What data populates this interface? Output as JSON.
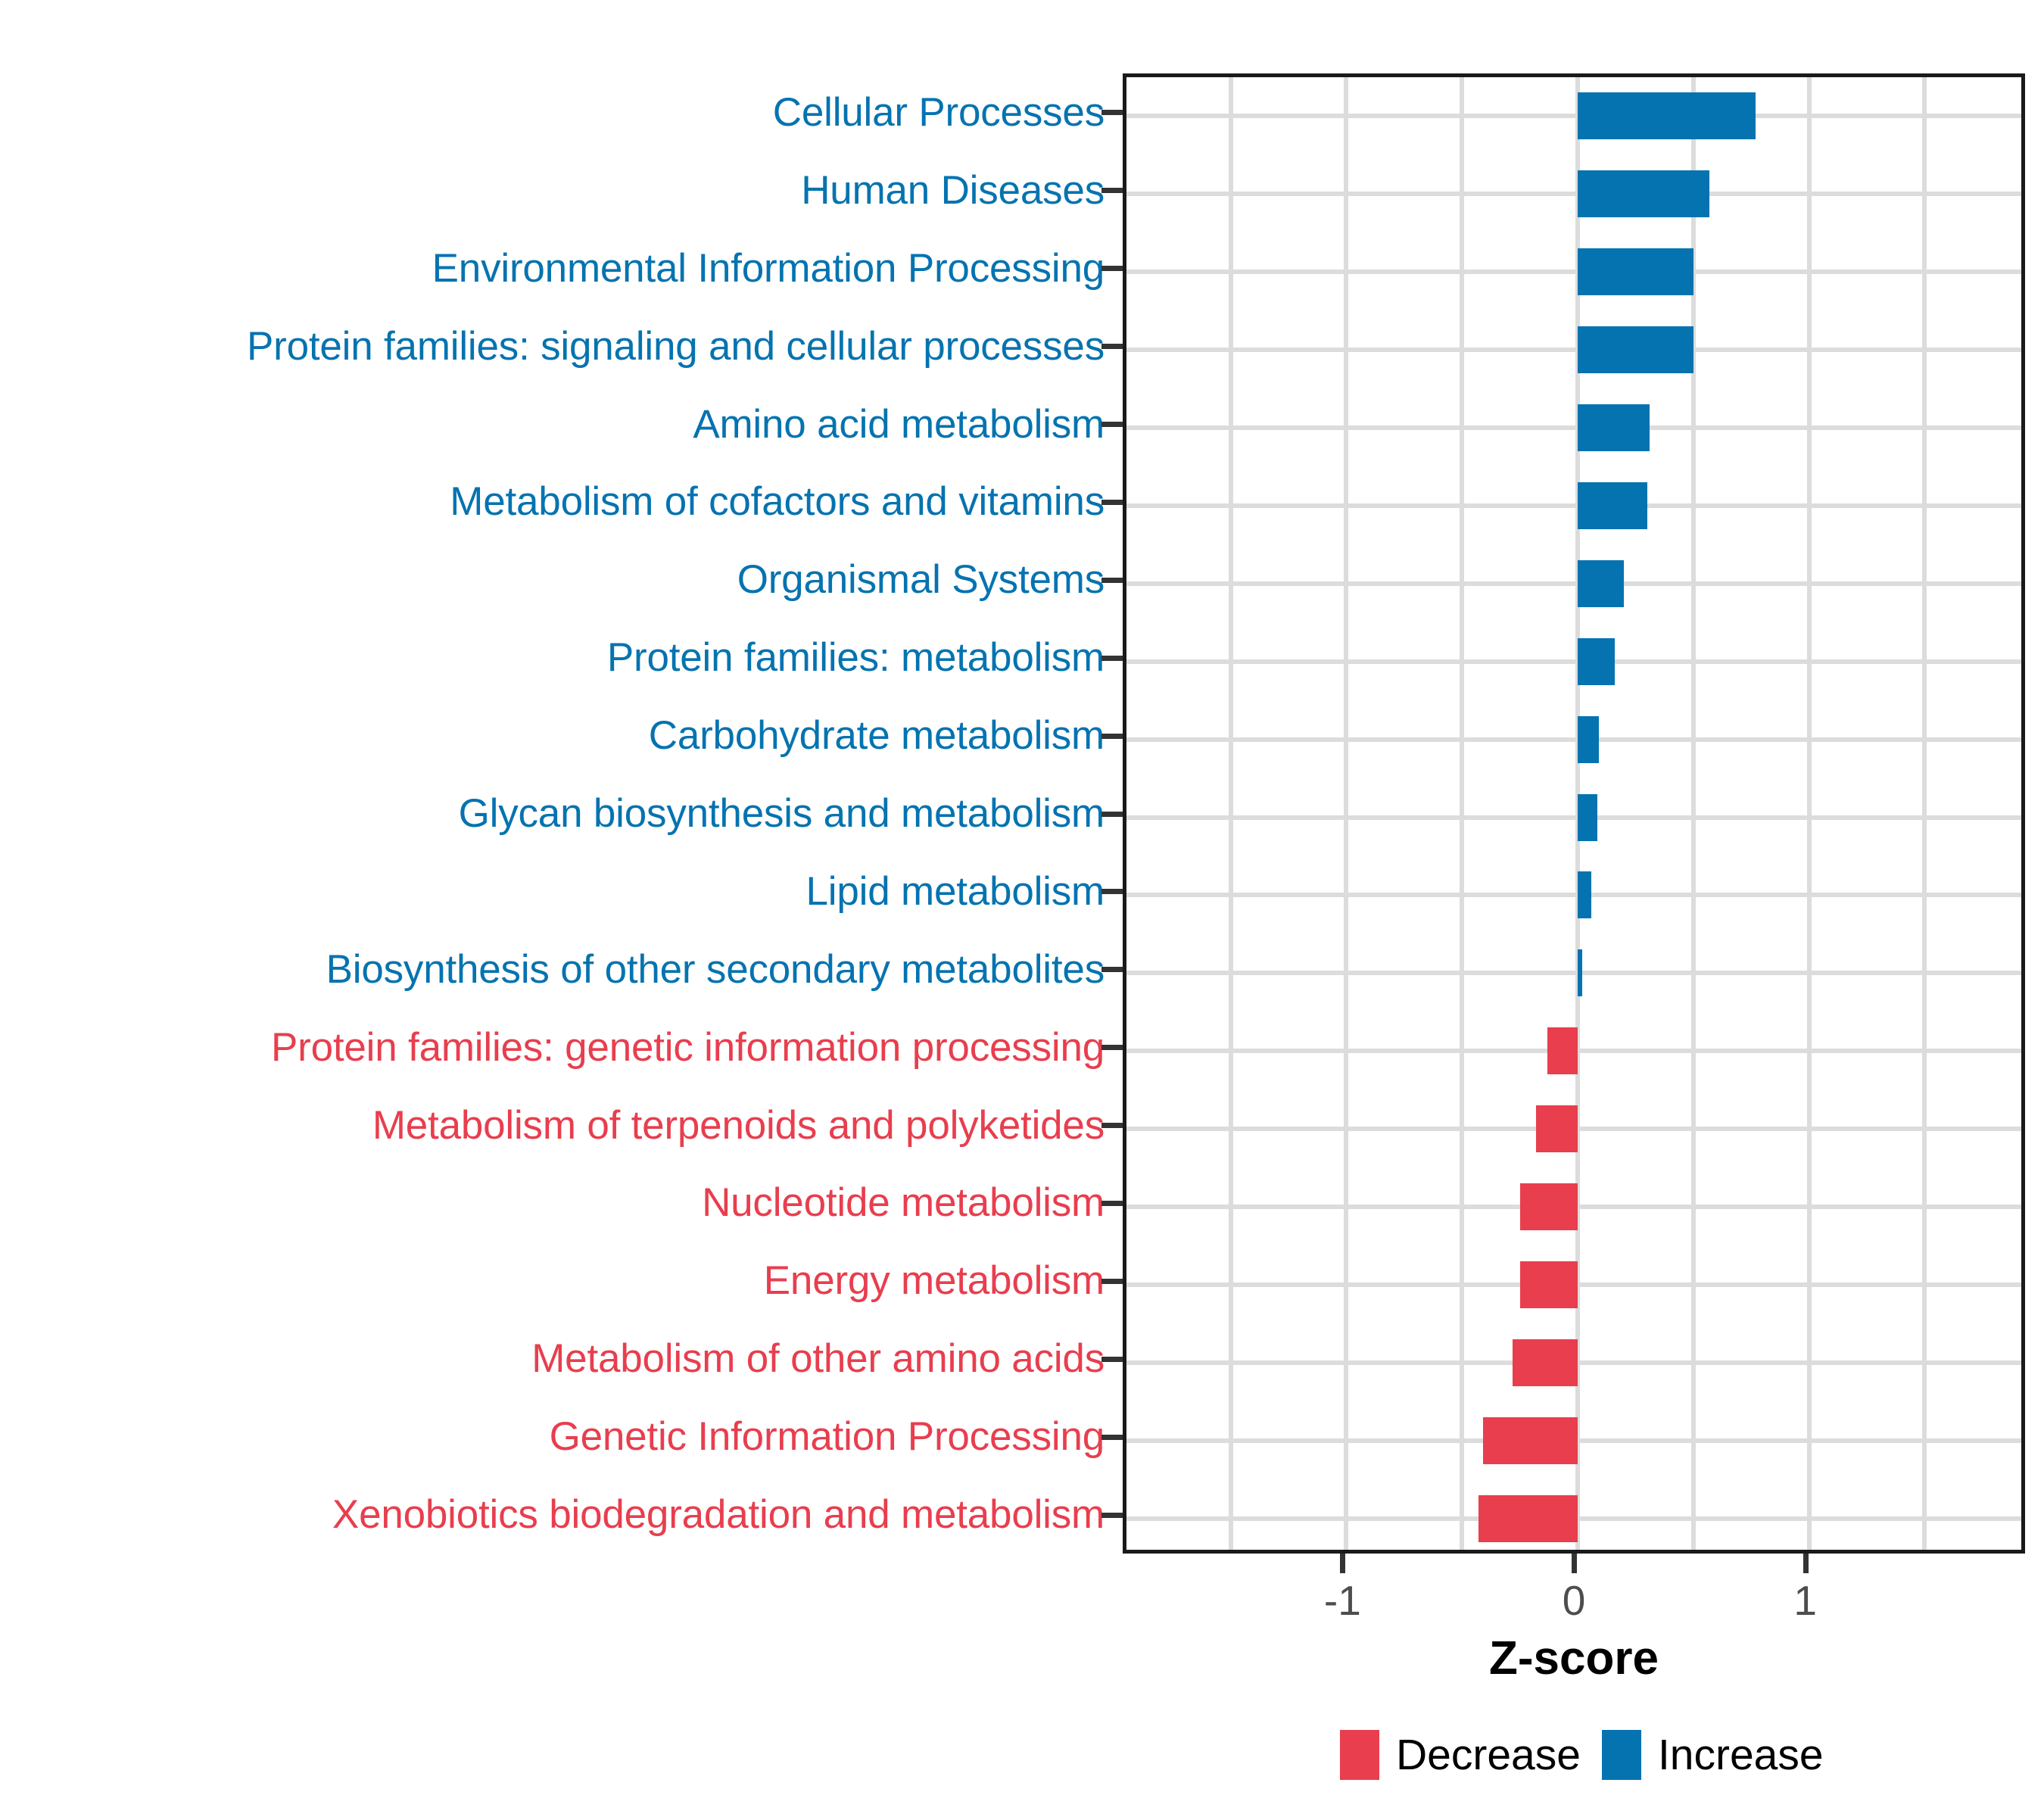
{
  "chart_data": {
    "type": "bar",
    "orientation": "horizontal",
    "title": "",
    "xlabel": "Z-score",
    "ylabel": "",
    "xlim": [
      -1.95,
      1.95
    ],
    "xticks": [
      -1,
      0,
      1
    ],
    "xticklabels": [
      "-1",
      "0",
      "1"
    ],
    "grid": "both",
    "legend_position": "bottom",
    "categories": [
      "Cellular Processes",
      "Human Diseases",
      "Environmental Information Processing",
      "Protein families: signaling and cellular processes",
      "Amino acid metabolism",
      "Metabolism of cofactors and vitamins",
      "Organismal Systems",
      "Protein families: metabolism",
      "Carbohydrate metabolism",
      "Glycan biosynthesis and metabolism",
      "Lipid metabolism",
      "Biosynthesis of other secondary metabolites",
      "Protein families: genetic information processing",
      "Metabolism of terpenoids and polyketides",
      "Nucleotide metabolism",
      "Energy metabolism",
      "Metabolism of other amino acids",
      "Genetic Information Processing",
      "Xenobiotics biodegradation and metabolism"
    ],
    "values": [
      0.77,
      0.57,
      0.5,
      0.5,
      0.31,
      0.3,
      0.2,
      0.16,
      0.09,
      0.085,
      0.06,
      0.02,
      -0.13,
      -0.18,
      -0.25,
      -0.25,
      -0.28,
      -0.41,
      -0.43
    ],
    "groups": [
      "Increase",
      "Increase",
      "Increase",
      "Increase",
      "Increase",
      "Increase",
      "Increase",
      "Increase",
      "Increase",
      "Increase",
      "Increase",
      "Increase",
      "Decrease",
      "Decrease",
      "Decrease",
      "Decrease",
      "Decrease",
      "Decrease",
      "Decrease"
    ],
    "legend": [
      {
        "label": "Decrease",
        "color": "#E83E4E"
      },
      {
        "label": "Increase",
        "color": "#0573B0"
      }
    ],
    "colors": {
      "increase": "#0573B0",
      "decrease": "#E83E4E",
      "grid": "#dcdcdc",
      "panel_border": "#1a1a1a",
      "tick_text": "#4d4d4d"
    }
  }
}
